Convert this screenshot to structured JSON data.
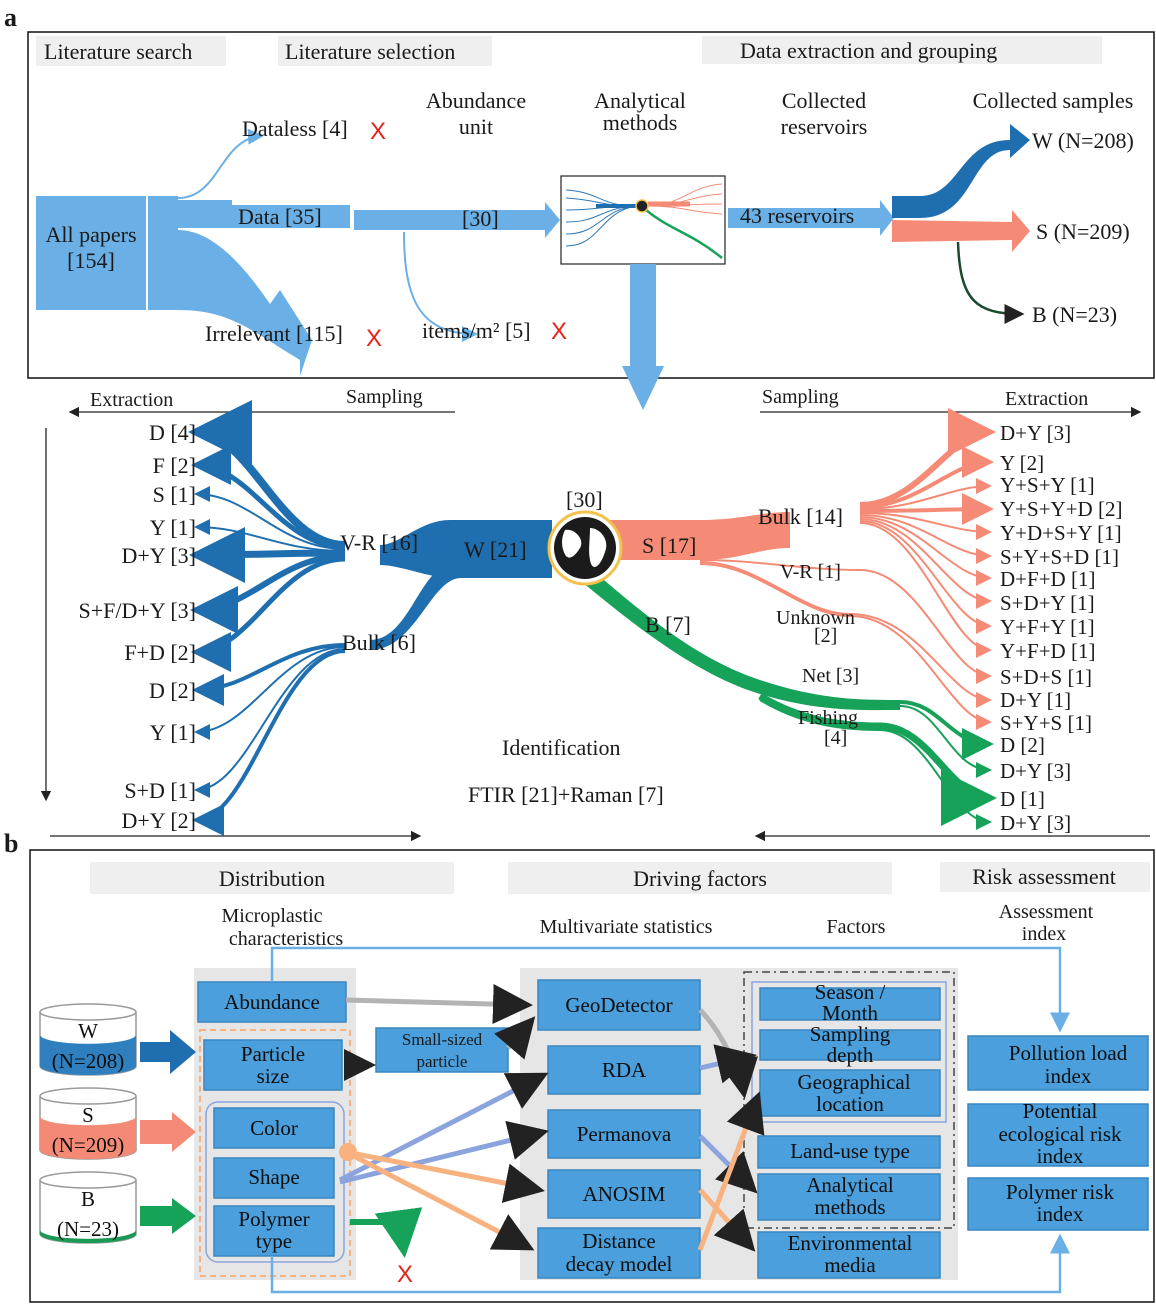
{
  "panel_a": {
    "letter": "a",
    "headers": {
      "search": "Literature search",
      "selection": "Literature selection",
      "extraction": "Data extraction and grouping"
    },
    "column_titles": {
      "abundance_1": "Abundance",
      "abundance_2": "unit",
      "analytical_1": "Analytical",
      "analytical_2": "methods",
      "reservoirs_1": "Collected",
      "reservoirs_2": "reservoirs",
      "samples": "Collected samples"
    },
    "nodes": {
      "all_papers_1": "All papers",
      "all_papers_2": "[154]",
      "dataless": "Dataless [4]",
      "data": "Data [35]",
      "irrelevant": "Irrelevant [115]",
      "thirty": "[30]",
      "items_m2": "items/m² [5]",
      "reservoirs": "43 reservoirs",
      "w": "W (N=208)",
      "s": "S (N=209)",
      "b": "B (N=23)",
      "reject_mark": "X"
    },
    "arrows": {
      "extraction_left": "Extraction",
      "sampling_left": "Sampling",
      "sampling_right": "Sampling",
      "extraction_right": "Extraction"
    },
    "center": {
      "total": "[30]",
      "w": "W [21]",
      "s": "S [17]",
      "b": "B [7]",
      "globe": "globe-icon"
    },
    "w_branches": {
      "vr": "V-R [16]",
      "bulk": "Bulk [6]"
    },
    "s_branches": {
      "bulk": "Bulk [14]",
      "vr": "V-R [1]",
      "unknown_1": "Unknown",
      "unknown_2": "[2]"
    },
    "b_branches": {
      "net": "Net [3]",
      "fishing_1": "Fishing",
      "fishing_2": "[4]"
    },
    "left_leaves": [
      "D [4]",
      "F [2]",
      "S [1]",
      "Y [1]",
      "D+Y [3]",
      "S+F/D+Y [3]",
      "F+D [2]",
      "D [2]",
      "Y [1]",
      "S+D [1]",
      "D+Y [2]"
    ],
    "right_leaves": [
      "D+Y [3]",
      "Y [2]",
      "Y+S+Y [1]",
      "Y+S+Y+D [2]",
      "Y+D+S+Y [1]",
      "S+Y+S+D [1]",
      "D+F+D [1]",
      "S+D+Y [1]",
      "Y+F+Y [1]",
      "Y+F+D [1]",
      "S+D+S [1]",
      "D+Y [1]",
      "S+Y+S [1]",
      "D [2]",
      "D+Y [3]",
      "D [1]",
      "D+Y [3]"
    ],
    "identification": "Identification",
    "methods": "FTIR [21]+Raman [7]"
  },
  "panel_b": {
    "letter": "b",
    "headers": {
      "distribution": "Distribution",
      "driving": "Driving factors",
      "risk": "Risk assessment"
    },
    "sub": {
      "mp_1": "Microplastic",
      "mp_2": "characteristics",
      "multivariate": "Multivariate statistics",
      "factors": "Factors",
      "index_1": "Assessment",
      "index_2": "index"
    },
    "samples": [
      {
        "name": "W",
        "n": "(N=208)",
        "fill": "#2f7fbf"
      },
      {
        "name": "S",
        "n": "(N=209)",
        "fill": "#f48a76"
      },
      {
        "name": "B",
        "n": "(N=23)",
        "fill": "#1a9a55"
      }
    ],
    "characteristics": {
      "abundance": "Abundance",
      "particle_1": "Particle",
      "particle_2": "size",
      "color": "Color",
      "shape": "Shape",
      "polymer_1": "Polymer",
      "polymer_2": "type"
    },
    "small_particle_1": "Small-sized",
    "small_particle_2": "particle",
    "statistics": {
      "geodetector": "GeoDetector",
      "rda": "RDA",
      "permanova": "Permanova",
      "anosim": "ANOSIM",
      "ddm_1": "Distance",
      "ddm_2": "decay model"
    },
    "factor_items": {
      "season_1": "Season /",
      "season_2": "Month",
      "depth_1": "Sampling",
      "depth_2": "depth",
      "geo_1": "Geographical",
      "geo_2": "location",
      "landuse": "Land-use type",
      "methods_1": "Analytical",
      "methods_2": "methods",
      "media_1": "Environmental",
      "media_2": "media"
    },
    "index_items": {
      "pli_1": "Pollution load",
      "pli_2": "index",
      "peri_1": "Potential",
      "peri_2": "ecological risk",
      "peri_3": "index",
      "prisk_1": "Polymer risk",
      "prisk_2": "index"
    },
    "reject_mark": "X"
  },
  "colors": {
    "light_blue": "#6ab0e6",
    "dark_blue": "#1f6fb0",
    "salmon": "#f58b76",
    "green": "#17a25a",
    "dark_green": "#1b4a2e",
    "box_blue": "#4a9fdc",
    "panel_gray": "#e6e6e6",
    "orange": "#f7b27f",
    "periwinkle": "#8ca4de",
    "gray_arrow": "#b3b3b3"
  }
}
